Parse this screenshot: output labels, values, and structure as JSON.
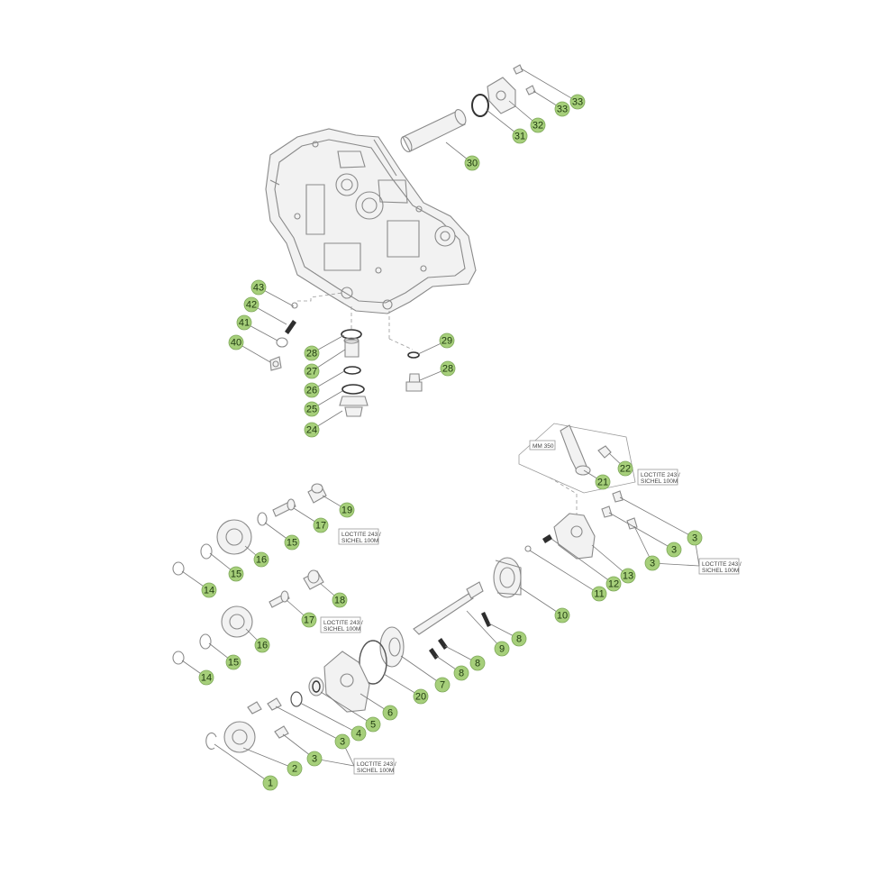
{
  "callouts": [
    {
      "label": "33"
    },
    {
      "label": "33"
    },
    {
      "label": "32"
    },
    {
      "label": "31"
    },
    {
      "label": "30"
    },
    {
      "label": "43"
    },
    {
      "label": "42"
    },
    {
      "label": "41"
    },
    {
      "label": "40"
    },
    {
      "label": "28"
    },
    {
      "label": "27"
    },
    {
      "label": "26"
    },
    {
      "label": "25"
    },
    {
      "label": "24"
    },
    {
      "label": "29"
    },
    {
      "label": "28"
    },
    {
      "label": "22"
    },
    {
      "label": "21"
    },
    {
      "label": "3"
    },
    {
      "label": "3"
    },
    {
      "label": "3"
    },
    {
      "label": "13"
    },
    {
      "label": "12"
    },
    {
      "label": "11"
    },
    {
      "label": "10"
    },
    {
      "label": "19"
    },
    {
      "label": "17"
    },
    {
      "label": "15"
    },
    {
      "label": "16"
    },
    {
      "label": "15"
    },
    {
      "label": "14"
    },
    {
      "label": "18"
    },
    {
      "label": "17"
    },
    {
      "label": "16"
    },
    {
      "label": "15"
    },
    {
      "label": "14"
    },
    {
      "label": "9"
    },
    {
      "label": "8"
    },
    {
      "label": "8"
    },
    {
      "label": "8"
    },
    {
      "label": "7"
    },
    {
      "label": "20"
    },
    {
      "label": "6"
    },
    {
      "label": "5"
    },
    {
      "label": "4"
    },
    {
      "label": "3"
    },
    {
      "label": "3"
    },
    {
      "label": "2"
    },
    {
      "label": "1"
    }
  ],
  "notes": {
    "mm350": "MM 350",
    "loctite_22_l1": "LOCTITE 243 /",
    "loctite_22_l2": "SICHEL 100M",
    "loctite_17a_l1": "LOCTITE 243 /",
    "loctite_17a_l2": "SICHEL 100M",
    "loctite_17b_l1": "LOCTITE 243 /",
    "loctite_17b_l2": "SICHEL 100M",
    "loctite_3r_l1": "LOCTITE 243 /",
    "loctite_3r_l2": "SICHEL 100M",
    "loctite_3b_l1": "LOCTITE 243 /",
    "loctite_3b_l2": "SICHEL 100M"
  }
}
